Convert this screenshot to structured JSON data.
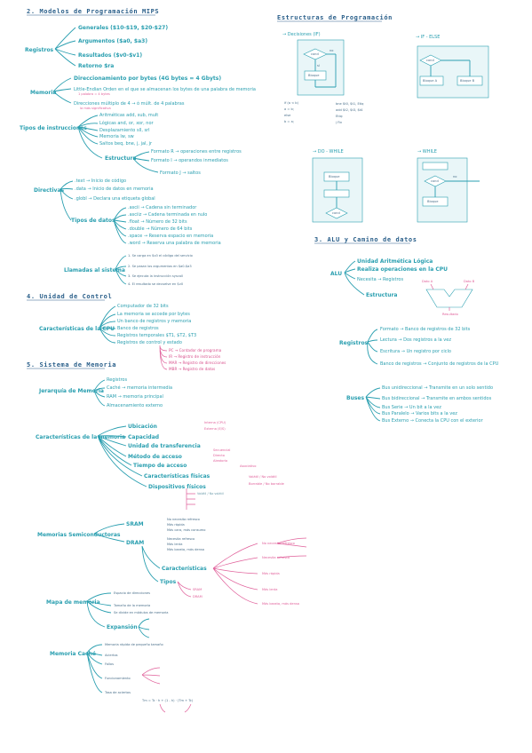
{
  "sec1": {
    "title": "2. Modelos de Programación MIPS",
    "registros": "Registros",
    "reg_items": [
      "Generales ($10-$19, $20-$27)",
      "Argumentos ($a0, $a3)",
      "Resultados ($v0-$v1)",
      "Retorno $ra"
    ],
    "memoria": "Memoria",
    "mem_items": [
      "Direccionamiento por bytes (4G bytes = 4 Gbyts)",
      "Little-Endian  Orden en el que se almacenan los bytes de una palabra de memoria",
      "Direcciones múltiplo de 4 → ó múlt. de 4 palabras"
    ],
    "mem_sub": [
      "1 palabra = 4 bytes",
      "la más significativa"
    ],
    "tipos": "Tipos de instrucciones",
    "tipos_items": [
      "Aritméticas add, sub, mult",
      "Lógicas and, or, xor, nor",
      "Desplazamiento sll, srl",
      "Memoria lw, sw",
      "Saltos beq, bne, j, jal, jr"
    ],
    "estructura": "Estructura",
    "formatos": [
      "Formato R → operaciones entre registros",
      "Formato I → operandos inmediatos",
      "Formato J → saltos"
    ],
    "directivas": "Directivas",
    "dir_items": [
      ".text → Inicio de código",
      ".data → Inicio de datos en memoria",
      ".globl → Declara una etiqueta global"
    ],
    "tipos_datos": "Tipos de datos",
    "td_items": [
      ".ascii → Cadena sin terminador",
      ".asciiz → Cadena terminada en nulo",
      ".float → Número de 32 bits",
      ".double → Número de 64 bits",
      ".space → Reserva espacio en memoria",
      ".word → Reserva una palabra de memoria"
    ],
    "llamadas": "Llamadas al sistema",
    "ll_items": [
      "1. Se carga en $v0 el código del servicio",
      "2. Se pasan los argumentos en $a0-$a3",
      "3. Se ejecuta la instrucción syscall",
      "4. El resultado se devuelve en $v0"
    ]
  },
  "sec2": {
    "title": "Estructuras de Programación",
    "decisiones": "→ Decisiones (IF)",
    "ifelse": "→ IF - ELSE",
    "dowhile": "→ DO - WHILE",
    "while": "→ WHILE",
    "cond": "cond",
    "bloque": "Bloque",
    "bloque_a": "Bloque A",
    "bloque_b": "Bloque B",
    "si": "sí",
    "no": "no",
    "code_a": [
      "if (a < b)",
      "  a = b;",
      "else",
      "  b = a;"
    ],
    "code_b": [
      "bne $t0, $t1, Etiq",
      "add $t2, $t3, $t4",
      "Etiq:",
      "j Fin"
    ]
  },
  "sec3": {
    "title": "3. ALU y Camino de datos",
    "alu": "ALU",
    "alu_items": [
      "Unidad Aritmética Lógica",
      "Realiza operaciones en la CPU",
      "Necesita → Registros",
      "Estructura"
    ],
    "alu_inputs": [
      "Dato A",
      "Dato B",
      "Resultado"
    ],
    "registros": "Registros",
    "rg_items": [
      "Formato → Banco de registros de 32 bits",
      "Lectura → Dos registros a la vez",
      "Escritura → Un registro por ciclo",
      "Banco de registros → Conjunto de registros de la CPU"
    ],
    "buses": "Buses",
    "bus_items": [
      "Bus unidireccional → Transmite en un solo sentido",
      "Bus bidireccional → Transmite en ambos sentidos",
      "Bus Serie → Un bit a la vez",
      "Bus Paralelo → Varios bits a la vez",
      "Bus Externo → Conecta la CPU con el exterior"
    ]
  },
  "sec4": {
    "title": "4. Unidad de Control",
    "caract": "Características de la CPU",
    "cpu_items": [
      "Computador de 32 bits",
      "La memoria se accede por bytes",
      "Un banco de registros y memoria",
      "Banco de registros",
      "Registros temporales $T1, $T2, $T3",
      "Registros de control y estado"
    ],
    "pink_items": [
      "PC → Contador de programa",
      "IR → Registro de instrucción",
      "MAR → Registro de direcciones",
      "MBR → Registro de datos"
    ]
  },
  "sec5": {
    "title": "5. Sistema de Memoria",
    "jerarquia": "Jerarquía de Memoria",
    "jer_items": [
      "Registros",
      "Caché → memoria intermedia",
      "RAM → memoria principal",
      "Almacenamiento externo"
    ],
    "caract_mem": "Características de la memoria",
    "cm_items": [
      "Ubicación",
      "Capacidad",
      "Unidad de transferencia",
      "Método de acceso",
      "Tiempo de acceso",
      "Características físicas",
      "Dispositivos físicos"
    ],
    "cm_pink": [
      "Interna (CPU)",
      "Externa (E/S)",
      "Secuencial",
      "Directo",
      "Aleatorio",
      "Asociativo",
      "Volátil / No volátil",
      "Borrable / No borrable"
    ],
    "semicond": "Memorias Semiconductoras",
    "sram": "SRAM",
    "dram": "DRAM",
    "sram_items": [
      "No necesita refresco",
      "Más rápida",
      "Más cara, más consumo"
    ],
    "dram_items": [
      "Necesita refresco",
      "Más lenta",
      "Más barata, más densa"
    ],
    "caract2": "Características",
    "tipos": "Tipos",
    "mapa": "Mapa de memoria",
    "expansion": "Expansión",
    "mapa_items": [
      "Espacio de direcciones",
      "Tamaño de la memoria",
      "Se divide en módulos de memoria"
    ],
    "cache": "Memoria Caché",
    "cache_items": [
      "Memoria rápida de pequeño tamaño",
      "Aciertos",
      "Fallos",
      "Funcionamiento",
      "Tasa de aciertos"
    ],
    "formula": "Tm = Tc · h + (1 - h) · (Tm + Tc)"
  }
}
